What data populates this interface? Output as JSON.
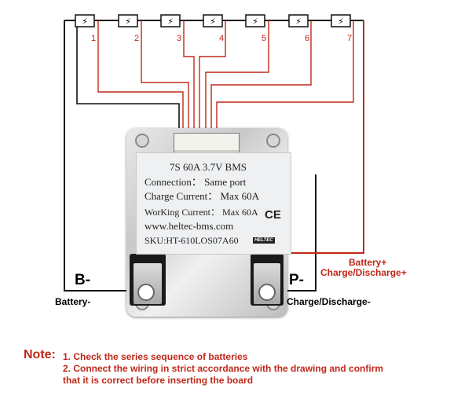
{
  "cells": [
    "1",
    "2",
    "3",
    "4",
    "5",
    "6",
    "7"
  ],
  "bms_label": {
    "title": "7S 60A 3.7V BMS",
    "connection": "Connection： Same port",
    "charge_current": "Charge Current： Max 60A",
    "working_current": "WorKing Current： Max 60A",
    "website": "www.heltec-bms.com",
    "sku": "SKU:HT-610LOS07A60",
    "ce_mark": "CE",
    "logo": "HELTEC"
  },
  "terminals": {
    "b_minus": "B-",
    "p_minus": "P-",
    "battery_minus": "Battery-",
    "charge_discharge_minus": "Charge/Discharge-",
    "battery_plus": "Battery+",
    "charge_discharge_plus": "Charge/Discharge+"
  },
  "note": {
    "heading": "Note:",
    "line1": "1. Check the series sequence of batteries",
    "line2": "2. Connect the wiring in strict accordance with the drawing and confirm",
    "line3": "that it is correct before inserting the board"
  },
  "colors": {
    "wire_red": "#c0281a",
    "wire_black": "#111111",
    "note_red": "#c0281a",
    "label_red": "#c0281a"
  }
}
